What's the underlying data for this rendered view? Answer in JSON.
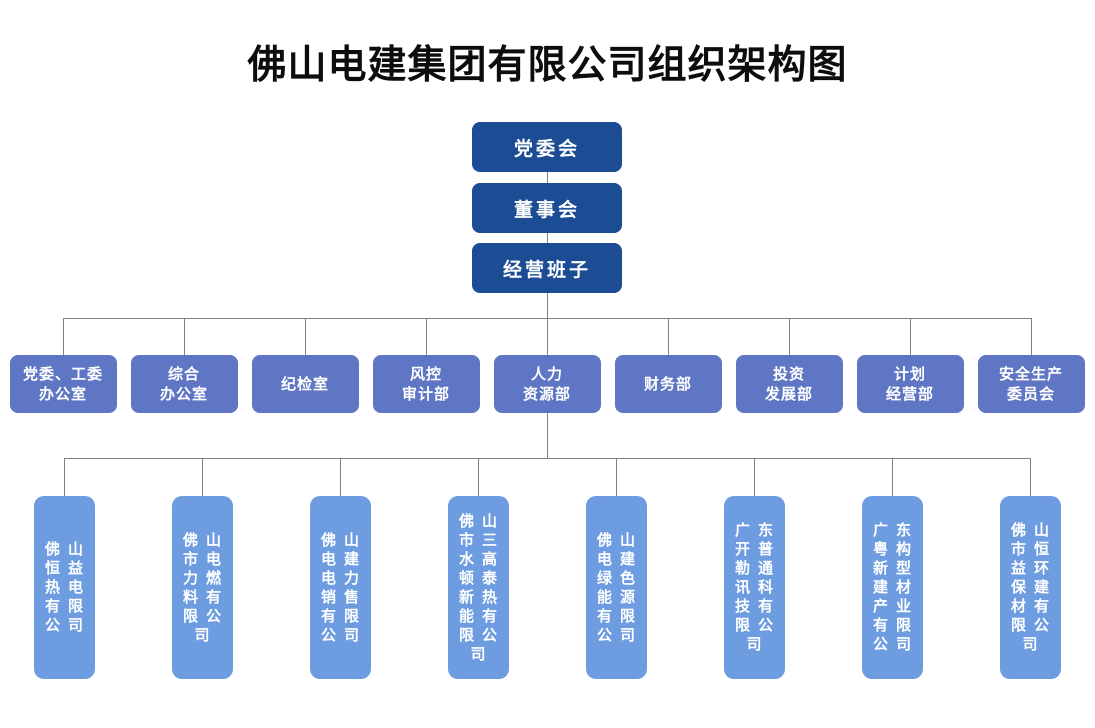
{
  "title": "佛山电建集团有限公司组织架构图",
  "colors": {
    "top_box": "#1b4c94",
    "department_box": "#5e76c3",
    "company_box": "#6d9ce0",
    "connector_line": "#808080",
    "box_text": "#ffffff",
    "title_text": "#0d0d0d"
  },
  "top_levels": [
    {
      "label": "党委会"
    },
    {
      "label": "董事会"
    },
    {
      "label": "经营班子"
    }
  ],
  "departments": [
    {
      "label": "党委、工委\n办公室"
    },
    {
      "label": "综合\n办公室"
    },
    {
      "label": "纪检室"
    },
    {
      "label": "风控\n审计部"
    },
    {
      "label": "人力\n资源部"
    },
    {
      "label": "财务部"
    },
    {
      "label": "投资\n发展部"
    },
    {
      "label": "计划\n经营部"
    },
    {
      "label": "安全生产\n委员会"
    }
  ],
  "companies": [
    {
      "label": "佛山\n恒益\n热电\n有限\n公司"
    },
    {
      "label": "佛山\n市电\n力燃\n料有\n限公\n司"
    },
    {
      "label": "佛山\n电建\n电力\n销售\n有限\n公司"
    },
    {
      "label": "佛山\n市三\n水高\n顿泰\n新热\n能有\n限公\n司"
    },
    {
      "label": "佛山\n电建\n绿色\n能源\n有限\n公司"
    },
    {
      "label": "广东\n开普\n勒通\n讯科\n技有\n限公\n司"
    },
    {
      "label": "广东\n粤构\n新型\n建材\n产业\n有限\n公司"
    },
    {
      "label": "佛山\n市恒\n益环\n保建\n材有\n限公\n司"
    }
  ]
}
